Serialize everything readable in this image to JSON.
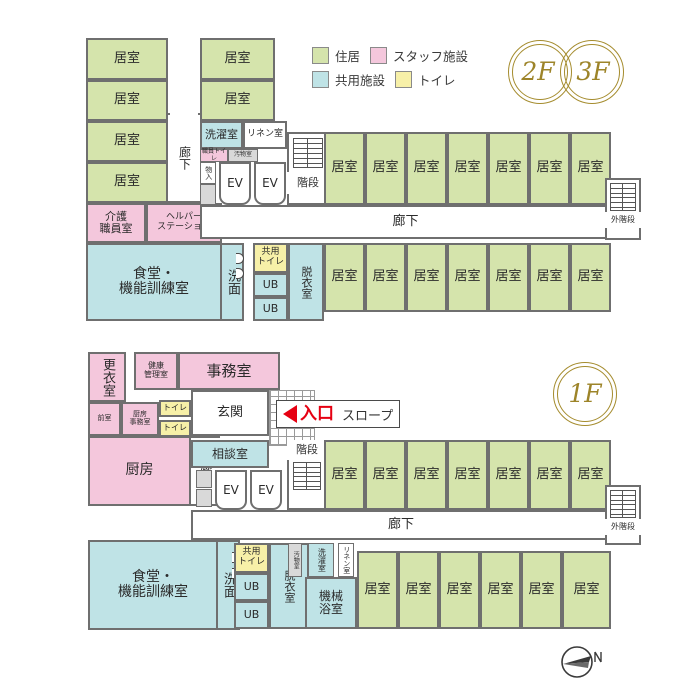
{
  "legend": {
    "items": [
      {
        "label": "住居",
        "color": "#d5e4ac",
        "name": "residence"
      },
      {
        "label": "スタッフ施設",
        "color": "#f4c7dc",
        "name": "staff-facility"
      },
      {
        "label": "共用施設",
        "color": "#bfe3e6",
        "name": "shared-facility"
      },
      {
        "label": "トイレ",
        "color": "#f7f0a8",
        "name": "toilet"
      }
    ]
  },
  "badges": {
    "upper": {
      "left": "2F",
      "right": "3F"
    },
    "lower": {
      "single": "1F"
    }
  },
  "labels": {
    "kyoshitsu": "居室",
    "rouka": "廊下",
    "ev": "EV",
    "kaidan": "階段",
    "gaikaidan": "外階段",
    "sentakushitsu": "洗濯室",
    "linenshitsu": "リネン室",
    "shokuinToilet": "職員トイレ",
    "obutsushitsu": "汚物室",
    "soko": "物入",
    "kaigoShokuinshitsu": "介護\n職員室",
    "helperStation": "ヘルパー\nステーション",
    "shokudo": "食堂・\n機能訓練室",
    "senmen": "洗面",
    "kyoyoToilet": "共用\nトイレ",
    "ub": "UB",
    "datsuishitsu": "脱衣室",
    "koishitsu": "更衣室",
    "kenkoKanrishitsu": "健康\n管理室",
    "jimushitsu": "事務室",
    "zenshitsu": "前室",
    "chuboJimushitsu": "厨房\n事務室",
    "toilet": "トイレ",
    "chubo": "厨房",
    "genkan": "玄関",
    "iriguchi": "入口",
    "slope": "スロープ",
    "sodanshitsu": "相談室",
    "kikaiYokushitsu": "機械\n浴室",
    "north": "N"
  },
  "floor2": {
    "left_column_rooms": [
      "居室",
      "居室",
      "居室",
      "居室"
    ],
    "mid_column_rooms": [
      "居室",
      "居室"
    ],
    "wing_top_rooms": [
      "居室",
      "居室",
      "居室",
      "居室",
      "居室",
      "居室",
      "居室"
    ],
    "wing_bottom_rooms": [
      "居室",
      "居室",
      "居室",
      "居室",
      "居室",
      "居室",
      "居室"
    ],
    "corridor": "廊下",
    "service": [
      "洗濯室",
      "リネン室",
      "職員トイレ",
      "汚物室",
      "物入",
      "EV",
      "EV",
      "階段",
      "外階段"
    ],
    "staff": [
      "介護職員室",
      "ヘルパーステーション"
    ],
    "common": [
      "食堂・機能訓練室",
      "洗面",
      "共用トイレ",
      "UB",
      "UB",
      "脱衣室"
    ]
  },
  "floor1": {
    "wing_top_rooms": [
      "居室",
      "居室",
      "居室",
      "居室",
      "居室",
      "居室",
      "居室"
    ],
    "wing_bottom_rooms": [
      "居室",
      "居室",
      "居室",
      "居室",
      "居室",
      "居室"
    ],
    "corridor": "廊下",
    "staff": [
      "更衣室",
      "健康管理室",
      "事務室",
      "前室",
      "厨房事務室",
      "トイレ",
      "トイレ",
      "厨房"
    ],
    "common": [
      "玄関",
      "相談室",
      "食堂・機能訓練室",
      "洗面",
      "共用トイレ",
      "UB",
      "UB",
      "脱衣室",
      "機械浴室",
      "洗濯室",
      "リネン室",
      "汚物室"
    ],
    "circulation": [
      "階段",
      "EV",
      "EV",
      "廊下",
      "外階段"
    ],
    "entrance": {
      "arrow_label": "入口",
      "ramp_label": "スロープ"
    }
  }
}
